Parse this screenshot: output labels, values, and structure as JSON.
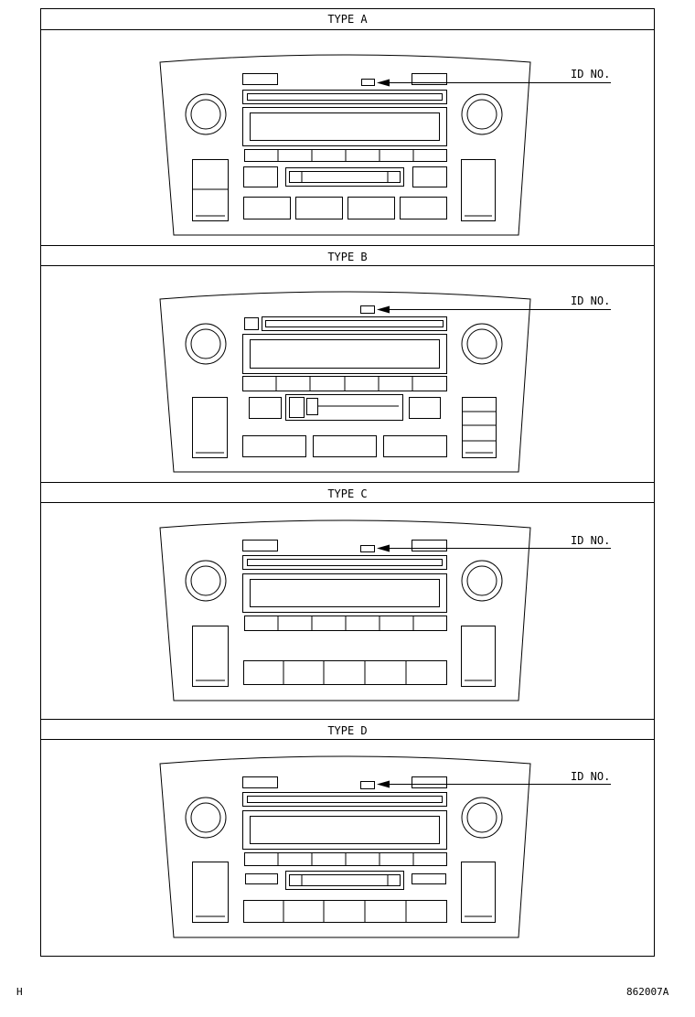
{
  "panels": [
    {
      "id": "A",
      "title": "TYPE  A",
      "id_label": "ID NO."
    },
    {
      "id": "B",
      "title": "TYPE  B",
      "id_label": "ID NO."
    },
    {
      "id": "C",
      "title": "TYPE  C",
      "id_label": "ID NO."
    },
    {
      "id": "D",
      "title": "TYPE  D",
      "id_label": "ID NO."
    }
  ],
  "footer": {
    "left_code": "H",
    "right_code": "862007A"
  }
}
